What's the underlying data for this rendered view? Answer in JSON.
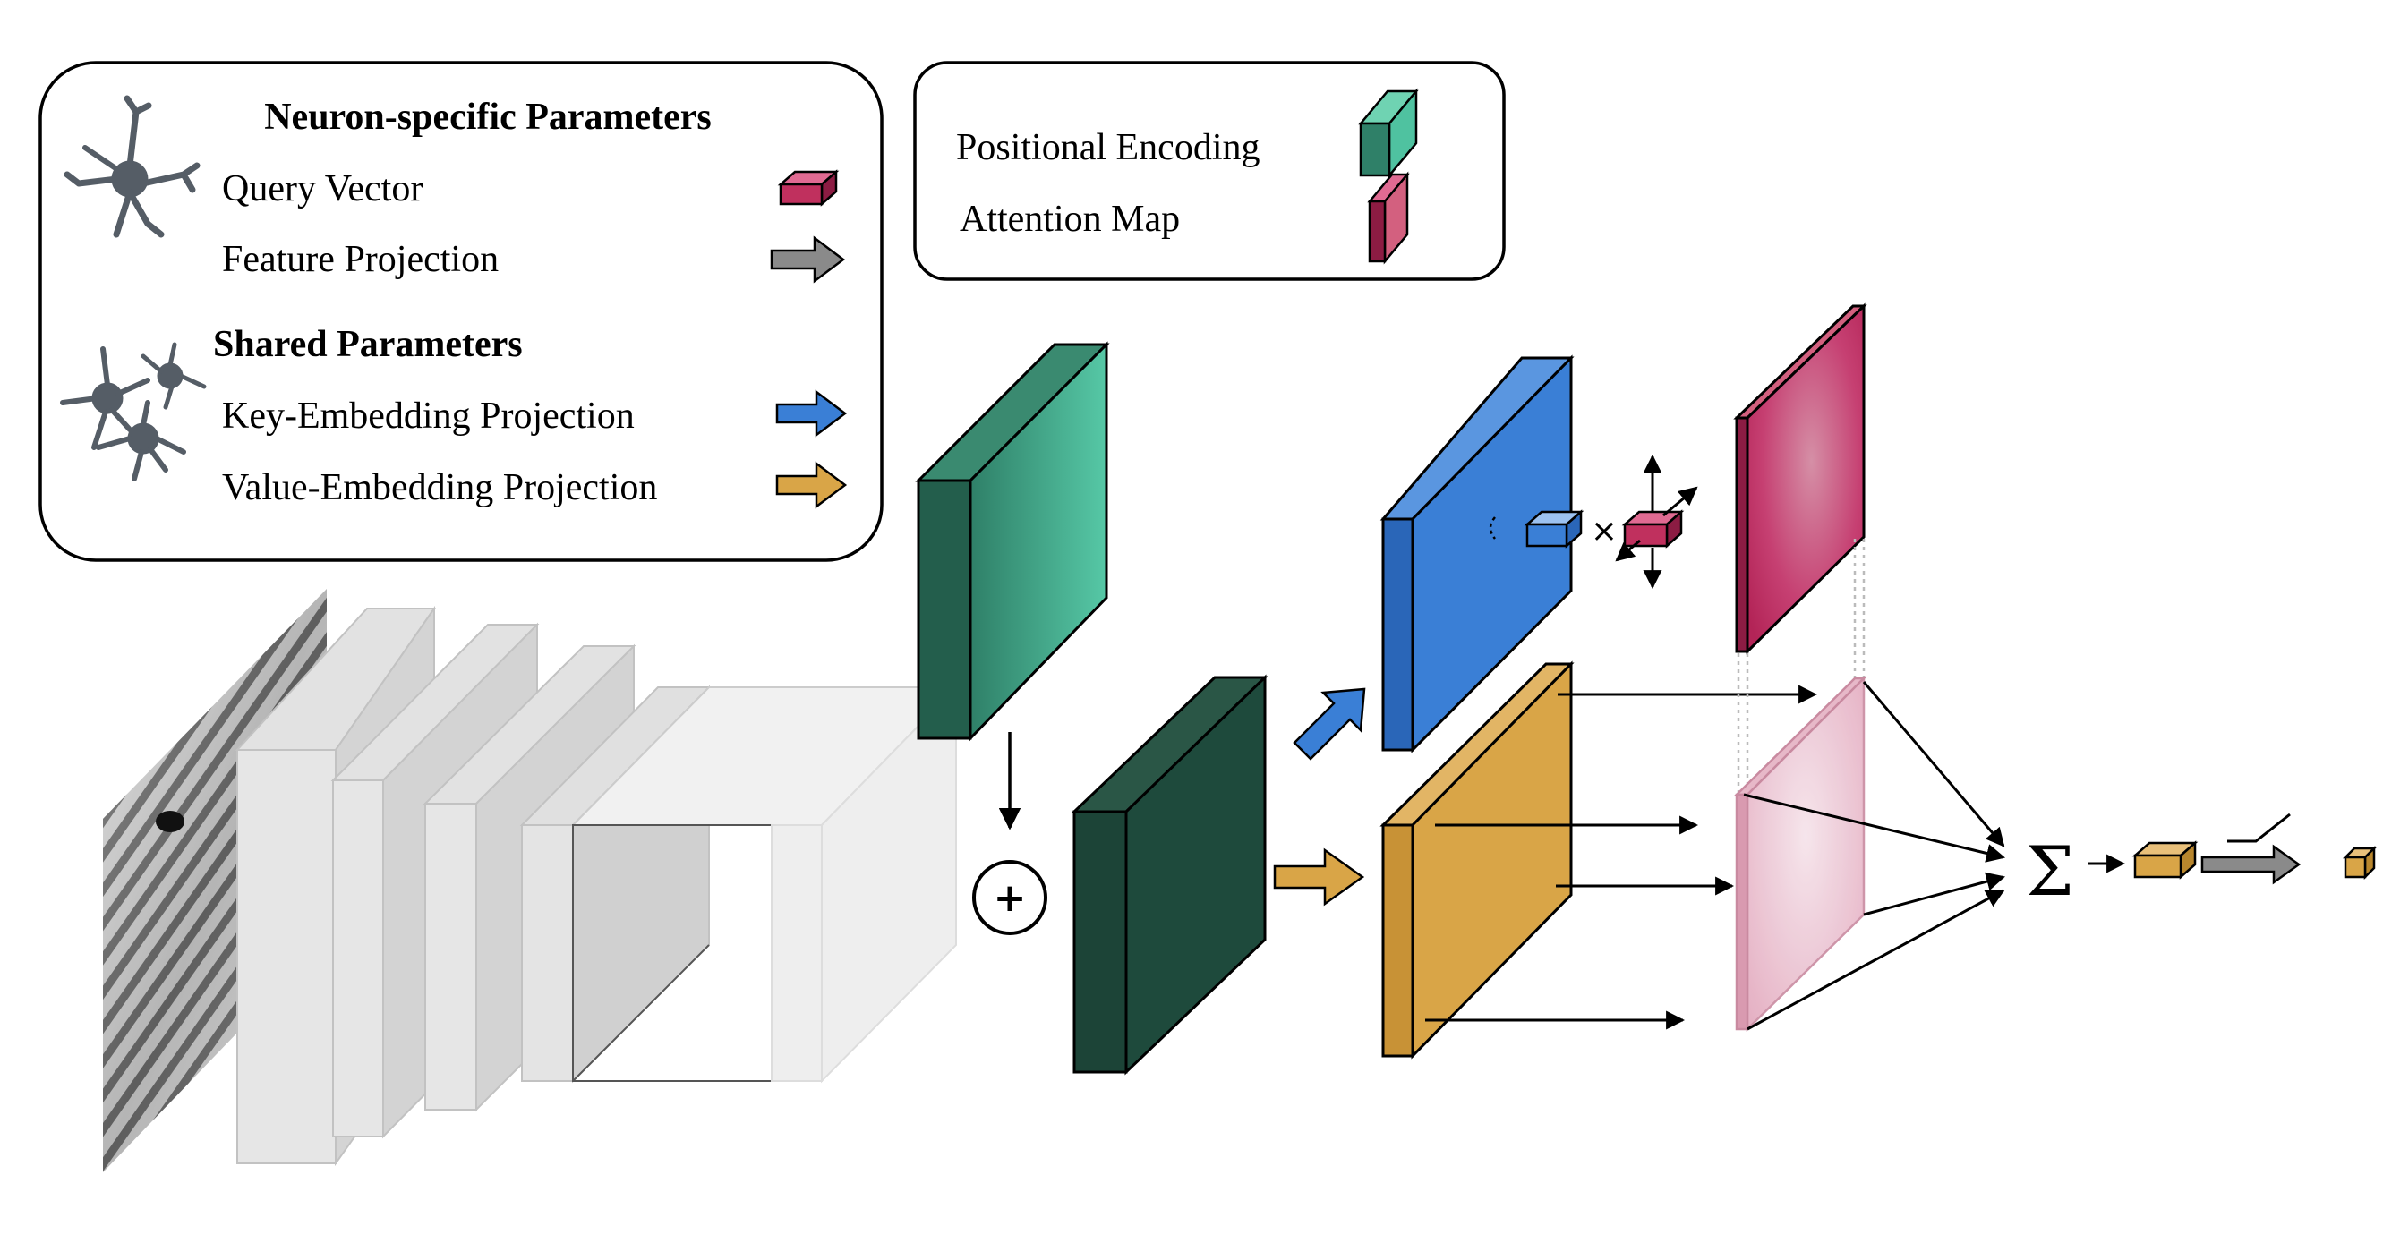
{
  "legend_left": {
    "neuron_specific": {
      "heading": "Neuron-specific Parameters",
      "query_vector_label": "Query Vector",
      "feature_projection_label": "Feature Projection"
    },
    "shared": {
      "heading": "Shared Parameters",
      "key_embedding_label": "Key-Embedding Projection",
      "value_embedding_label": "Value-Embedding Projection"
    }
  },
  "legend_right": {
    "positional_encoding_label": "Positional Encoding",
    "attention_map_label": "Attention Map"
  },
  "symbols": {
    "plus": "+",
    "times": "×",
    "sum": "Σ"
  },
  "colors": {
    "positional_teal": "#4fc2a0",
    "positional_dark": "#1e4a3c",
    "key_blue": "#3a7fd6",
    "value_orange": "#d9a547",
    "attention_crimson": "#c0305e",
    "attention_pink": "#e9b8c9",
    "feature_gray": "#8a8a8a",
    "neuron_gray": "#555d66"
  }
}
